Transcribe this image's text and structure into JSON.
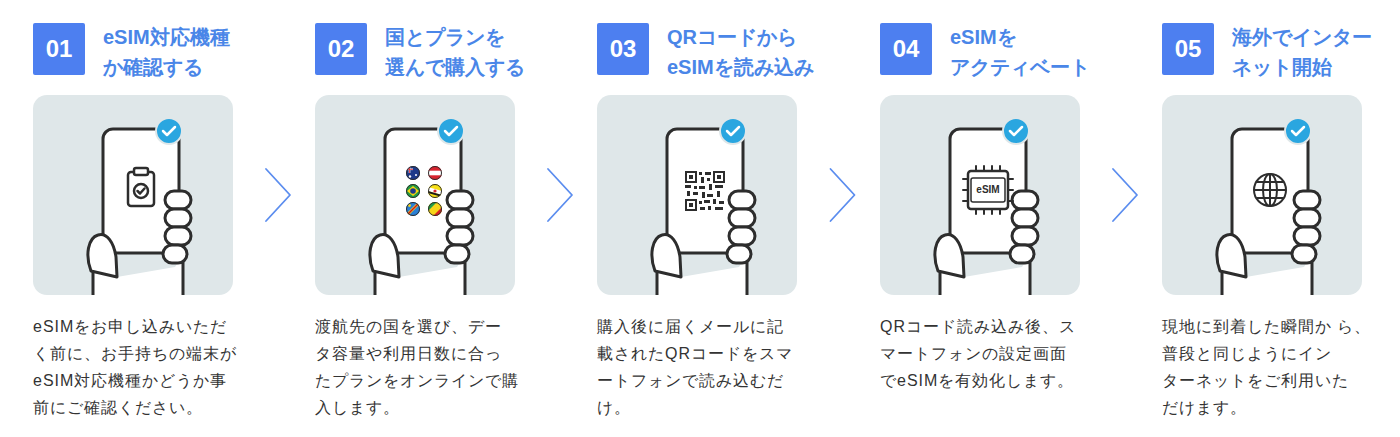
{
  "diagram": {
    "nodes": [
      {
        "text": [
          "01"
        ]
      },
      {
        "text": [
          "eSIM対応機種 か確認する",
          "eSIMをお申し込みいただ く前に、お手持ちの端末が eSIM対応機種かどうか事 前にご確認ください。"
        ]
      },
      {
        "text": [
          "02"
        ]
      },
      {
        "text": [
          "国とプランを 選んで購入する",
          "渡航先の国を選び、デー タ容量や利用日数に合っ たプランをオンラインで購 入します。"
        ]
      },
      {
        "text": [
          "03"
        ]
      },
      {
        "text": [
          "QRコードから eSIMを読み込み",
          "購入後に届くメールに記 載されたQRコードをスマ ートフォンで読み込むだ け。"
        ]
      },
      {
        "text": [
          "04"
        ]
      },
      {
        "text": [
          "eSIMを アクティベート",
          "QRコード読み込み後、ス マートフォンの設定画面 でeSIMを有効化します。"
        ]
      },
      {
        "text": [
          "05"
        ]
      },
      {
        "text": [
          "海外でインター ネット開始",
          "現地に到着した瞬間か ら、普段と同じようにイン ターネットをご利用いた だけます。"
        ]
      }
    ],
    "edges": [
      {
        "from": 1,
        "to": 3,
        "arrow": "to"
      },
      {
        "from": 3,
        "to": 5,
        "arrow": "to"
      },
      {
        "from": 5,
        "to": 7,
        "arrow": "to"
      },
      {
        "from": 7,
        "to": 9,
        "arrow": "to"
      }
    ],
    "labels": [
      "eSIM"
    ]
  }
}
